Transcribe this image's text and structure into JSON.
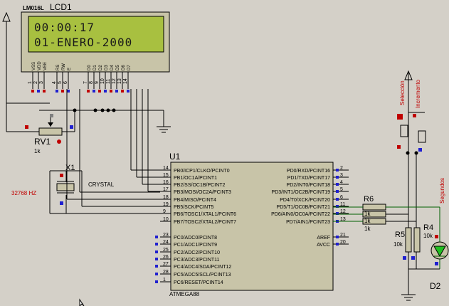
{
  "lcd": {
    "model": "LM016L",
    "ref": "LCD1",
    "line1": "00:00:17",
    "line2": "01-ENERO-2000",
    "pins": [
      "VSS",
      "VDD",
      "VEE",
      "RS",
      "RW",
      "E",
      "D0",
      "D1",
      "D2",
      "D3",
      "D4",
      "D5",
      "D6",
      "D7"
    ],
    "pin_numbers": [
      "1",
      "2",
      "3",
      "4",
      "5",
      "6",
      "7",
      "8",
      "9",
      "10",
      "11",
      "12",
      "13",
      "14"
    ]
  },
  "rv1": {
    "ref": "RV1",
    "value": "1k"
  },
  "crystal": {
    "ref": "X1",
    "label": "CRYSTAL",
    "freq": "32768 HZ"
  },
  "mcu": {
    "ref": "U1",
    "part": "ATMEGA88",
    "left_pins": [
      {
        "num": "14",
        "name": "PB0/ICP1/CLKO/PCINT0"
      },
      {
        "num": "15",
        "name": "PB1/OC1A/PCINT1"
      },
      {
        "num": "16",
        "name": "PB2/SS/OC1B/PCINT2"
      },
      {
        "num": "17",
        "name": "PB3/MOSI/OC2A/PCINT3"
      },
      {
        "num": "18",
        "name": "PB4/MISO/PCINT4"
      },
      {
        "num": "19",
        "name": "PB5/SCK/PCINT5"
      },
      {
        "num": "9",
        "name": "PB6/TOSC1/XTAL1/PCINT6"
      },
      {
        "num": "10",
        "name": "PB7/TOSC2/XTAL2/PCINT7"
      },
      {
        "num": "23",
        "name": "PC0/ADC0/PCINT8"
      },
      {
        "num": "24",
        "name": "PC1/ADC1/PCINT9"
      },
      {
        "num": "25",
        "name": "PC2/ADC2/PCINT10"
      },
      {
        "num": "26",
        "name": "PC3/ADC3/PCINT11"
      },
      {
        "num": "27",
        "name": "PC4/ADC4/SDA/PCINT12"
      },
      {
        "num": "28",
        "name": "PC5/ADC5/SCL/PCINT13"
      },
      {
        "num": "1",
        "name": "PC6/RESET/PCINT14"
      }
    ],
    "right_pins": [
      {
        "num": "2",
        "name": "PD0/RXD/PCINT16"
      },
      {
        "num": "3",
        "name": "PD1/TXD/PCINT17"
      },
      {
        "num": "4",
        "name": "PD2/INT0/PCINT18"
      },
      {
        "num": "5",
        "name": "PD3/INT1/OC2B/PCINT19"
      },
      {
        "num": "6",
        "name": "PD4/T0/XCK/PCINT20"
      },
      {
        "num": "11",
        "name": "PD5/T1/OC0B/PCINT21"
      },
      {
        "num": "12",
        "name": "PD6/AIN0/OC0A/PCINT22"
      },
      {
        "num": "13",
        "name": "PD7/AIN1/PCINT23"
      },
      {
        "num": "21",
        "name": "AREF"
      },
      {
        "num": "20",
        "name": "AVCC"
      }
    ]
  },
  "buttons": {
    "sel": "Selección",
    "inc": "Incremento"
  },
  "r6": {
    "ref": "R6",
    "values": [
      "1k",
      "1k",
      "1k"
    ]
  },
  "r5": {
    "ref": "R5",
    "value": "10k"
  },
  "r4": {
    "ref": "R4",
    "value": "10k"
  },
  "d2": {
    "ref": "D2",
    "label": "Segundos"
  },
  "colors": {
    "background": "#d4d0c8",
    "lcd_screen": "#a8c040",
    "chip_body": "#c8c4a8",
    "wire": "#000000",
    "wire_green": "#006000",
    "pin_red": "#c00000",
    "pin_blue": "#2020d0",
    "led_green": "#20c020"
  }
}
